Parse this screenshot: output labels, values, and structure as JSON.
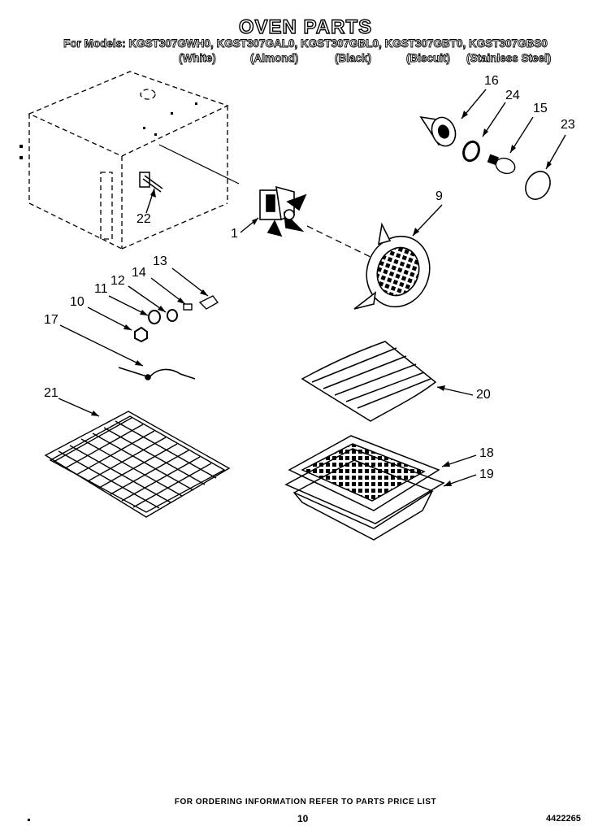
{
  "header": {
    "title": "OVEN PARTS",
    "models_line": "For Models: KGST307GWH0, KGST307GAL0, KGST307GBL0, KGST307GBT0, KGST307GBS0",
    "colors": [
      "(White)",
      "(Almond)",
      "(Black)",
      "(Biscuit)",
      "(Stainless Steel)"
    ]
  },
  "callouts": [
    "16",
    "24",
    "15",
    "23",
    "9",
    "1",
    "22",
    "13",
    "14",
    "12",
    "11",
    "10",
    "17",
    "21",
    "20",
    "18",
    "19"
  ],
  "footer": {
    "ordering_note": "FOR ORDERING INFORMATION REFER TO PARTS PRICE LIST",
    "page_number": "10",
    "document_number": "4422265"
  }
}
